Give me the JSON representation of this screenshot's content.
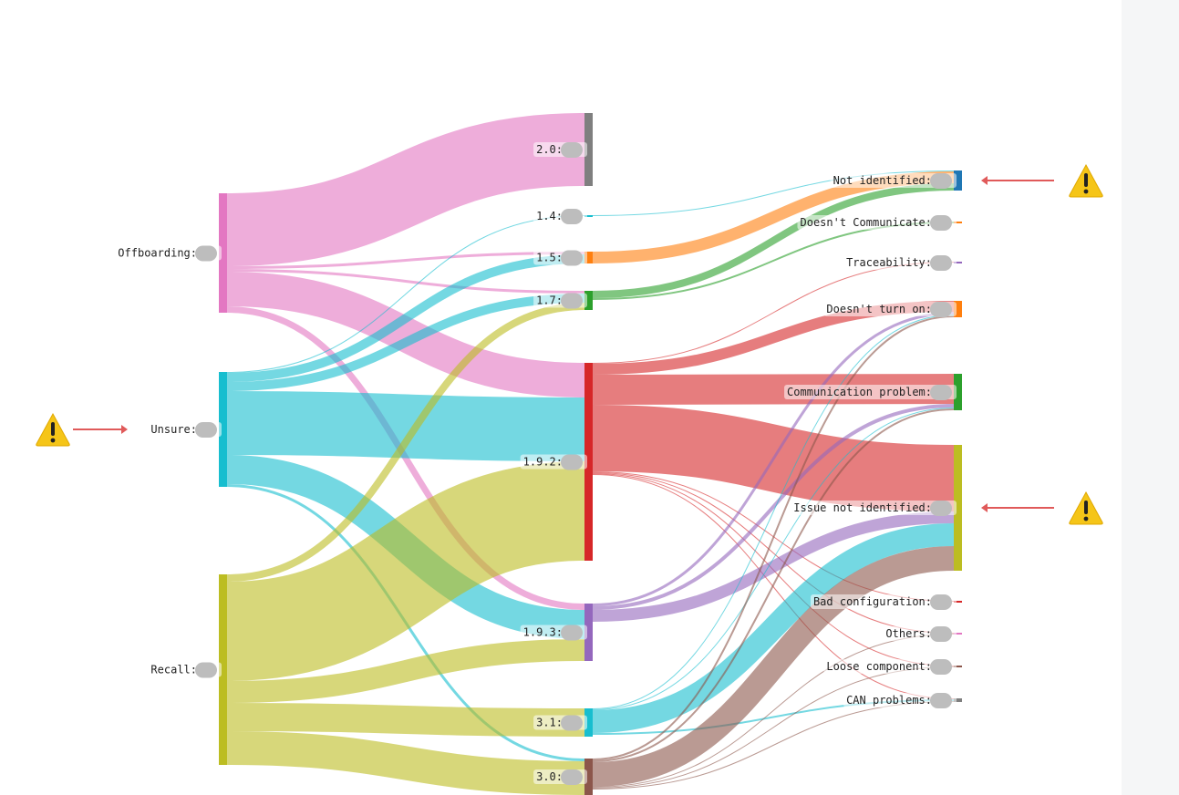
{
  "chart_data": {
    "type": "sankey",
    "title": "",
    "value_labels_redacted": true,
    "nodes": [
      {
        "id": "offboarding",
        "label": "Offboarding:",
        "color": "#e377c2"
      },
      {
        "id": "unsure",
        "label": "Unsure:",
        "color": "#17becf"
      },
      {
        "id": "recall",
        "label": "Recall:",
        "color": "#bcbd22"
      },
      {
        "id": "v2_0",
        "label": "2.0:",
        "color": "#7f7f7f"
      },
      {
        "id": "v1_4",
        "label": "1.4:",
        "color": "#17becf"
      },
      {
        "id": "v1_5",
        "label": "1.5:",
        "color": "#ff7f0e"
      },
      {
        "id": "v1_7",
        "label": "1.7:",
        "color": "#2ca02c"
      },
      {
        "id": "v1_9_2",
        "label": "1.9.2:",
        "color": "#d62728"
      },
      {
        "id": "v1_9_3",
        "label": "1.9.3:",
        "color": "#9467bd"
      },
      {
        "id": "v3_1",
        "label": "3.1:",
        "color": "#17becf"
      },
      {
        "id": "v3_0",
        "label": "3.0:",
        "color": "#8c564b"
      },
      {
        "id": "not_identified",
        "label": "Not identified:",
        "color": "#1f77b4"
      },
      {
        "id": "doesnt_communicate",
        "label": "Doesn't Communicate:",
        "color": "#ff7f0e"
      },
      {
        "id": "traceability",
        "label": "Traceability:",
        "color": "#9467bd"
      },
      {
        "id": "doesnt_turn_on",
        "label": "Doesn't turn on:",
        "color": "#ff7f0e"
      },
      {
        "id": "communication_problem",
        "label": "Communication problem:",
        "color": "#2ca02c"
      },
      {
        "id": "issue_not_identified",
        "label": "Issue not identified:",
        "color": "#bcbd22"
      },
      {
        "id": "bad_configuration",
        "label": "Bad configuration:",
        "color": "#d62728"
      },
      {
        "id": "others",
        "label": "Others:",
        "color": "#e377c2"
      },
      {
        "id": "loose_component",
        "label": "Loose component:",
        "color": "#8c564b"
      },
      {
        "id": "can_problems",
        "label": "CAN problems:",
        "color": "#7f7f7f"
      }
    ],
    "links": [
      {
        "source": "offboarding",
        "target": "v2_0",
        "value": 80
      },
      {
        "source": "offboarding",
        "target": "v1_5",
        "value": 3
      },
      {
        "source": "offboarding",
        "target": "v1_7",
        "value": 3
      },
      {
        "source": "offboarding",
        "target": "v1_9_2",
        "value": 38
      },
      {
        "source": "offboarding",
        "target": "v1_9_3",
        "value": 7
      },
      {
        "source": "unsure",
        "target": "v1_4",
        "value": 1
      },
      {
        "source": "unsure",
        "target": "v1_5",
        "value": 10
      },
      {
        "source": "unsure",
        "target": "v1_7",
        "value": 10
      },
      {
        "source": "unsure",
        "target": "v1_9_2",
        "value": 70
      },
      {
        "source": "unsure",
        "target": "v1_9_3",
        "value": 32
      },
      {
        "source": "unsure",
        "target": "v3_0",
        "value": 3
      },
      {
        "source": "recall",
        "target": "v1_7",
        "value": 8
      },
      {
        "source": "recall",
        "target": "v1_9_2",
        "value": 109
      },
      {
        "source": "recall",
        "target": "v1_9_3",
        "value": 24
      },
      {
        "source": "recall",
        "target": "v3_1",
        "value": 31
      },
      {
        "source": "recall",
        "target": "v3_0",
        "value": 37
      },
      {
        "source": "v1_4",
        "target": "not_identified",
        "value": 1
      },
      {
        "source": "v1_5",
        "target": "not_identified",
        "value": 13
      },
      {
        "source": "v1_7",
        "target": "not_identified",
        "value": 8
      },
      {
        "source": "v1_7",
        "target": "doesnt_communicate",
        "value": 2
      },
      {
        "source": "v1_9_2",
        "target": "traceability",
        "value": 1
      },
      {
        "source": "v1_9_2",
        "target": "doesnt_turn_on",
        "value": 12
      },
      {
        "source": "v1_9_2",
        "target": "communication_problem",
        "value": 33
      },
      {
        "source": "v1_9_2",
        "target": "issue_not_identified",
        "value": 73
      },
      {
        "source": "v1_9_2",
        "target": "bad_configuration",
        "value": 1
      },
      {
        "source": "v1_9_2",
        "target": "others",
        "value": 1
      },
      {
        "source": "v1_9_2",
        "target": "loose_component",
        "value": 1
      },
      {
        "source": "v1_9_2",
        "target": "can_problems",
        "value": 1
      },
      {
        "source": "v1_9_3",
        "target": "doesnt_turn_on",
        "value": 3
      },
      {
        "source": "v1_9_3",
        "target": "communication_problem",
        "value": 4
      },
      {
        "source": "v1_9_3",
        "target": "issue_not_identified",
        "value": 13
      },
      {
        "source": "v3_1",
        "target": "doesnt_turn_on",
        "value": 1
      },
      {
        "source": "v3_1",
        "target": "communication_problem",
        "value": 1
      },
      {
        "source": "v3_1",
        "target": "issue_not_identified",
        "value": 25
      },
      {
        "source": "v3_1",
        "target": "can_problems",
        "value": 2
      },
      {
        "source": "v3_0",
        "target": "doesnt_turn_on",
        "value": 2
      },
      {
        "source": "v3_0",
        "target": "communication_problem",
        "value": 2
      },
      {
        "source": "v3_0",
        "target": "issue_not_identified",
        "value": 27
      },
      {
        "source": "v3_0",
        "target": "others",
        "value": 1
      },
      {
        "source": "v3_0",
        "target": "loose_component",
        "value": 1
      },
      {
        "source": "v3_0",
        "target": "can_problems",
        "value": 1
      }
    ]
  },
  "annotations": {
    "warning_icon": "warning-triangle-icon",
    "warning_color": "#f5c518",
    "arrow_color": "#e05a5a"
  }
}
